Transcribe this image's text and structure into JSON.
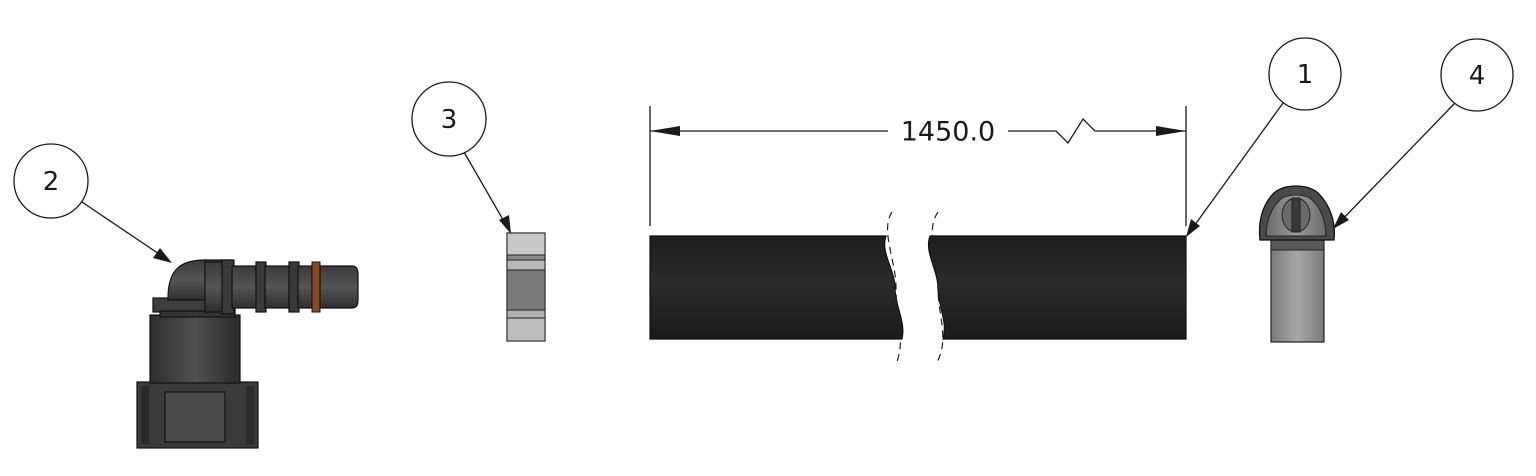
{
  "balloons": {
    "b1": "1",
    "b2": "2",
    "b3": "3",
    "b4": "4"
  },
  "dimension": {
    "length": "1450.0"
  }
}
